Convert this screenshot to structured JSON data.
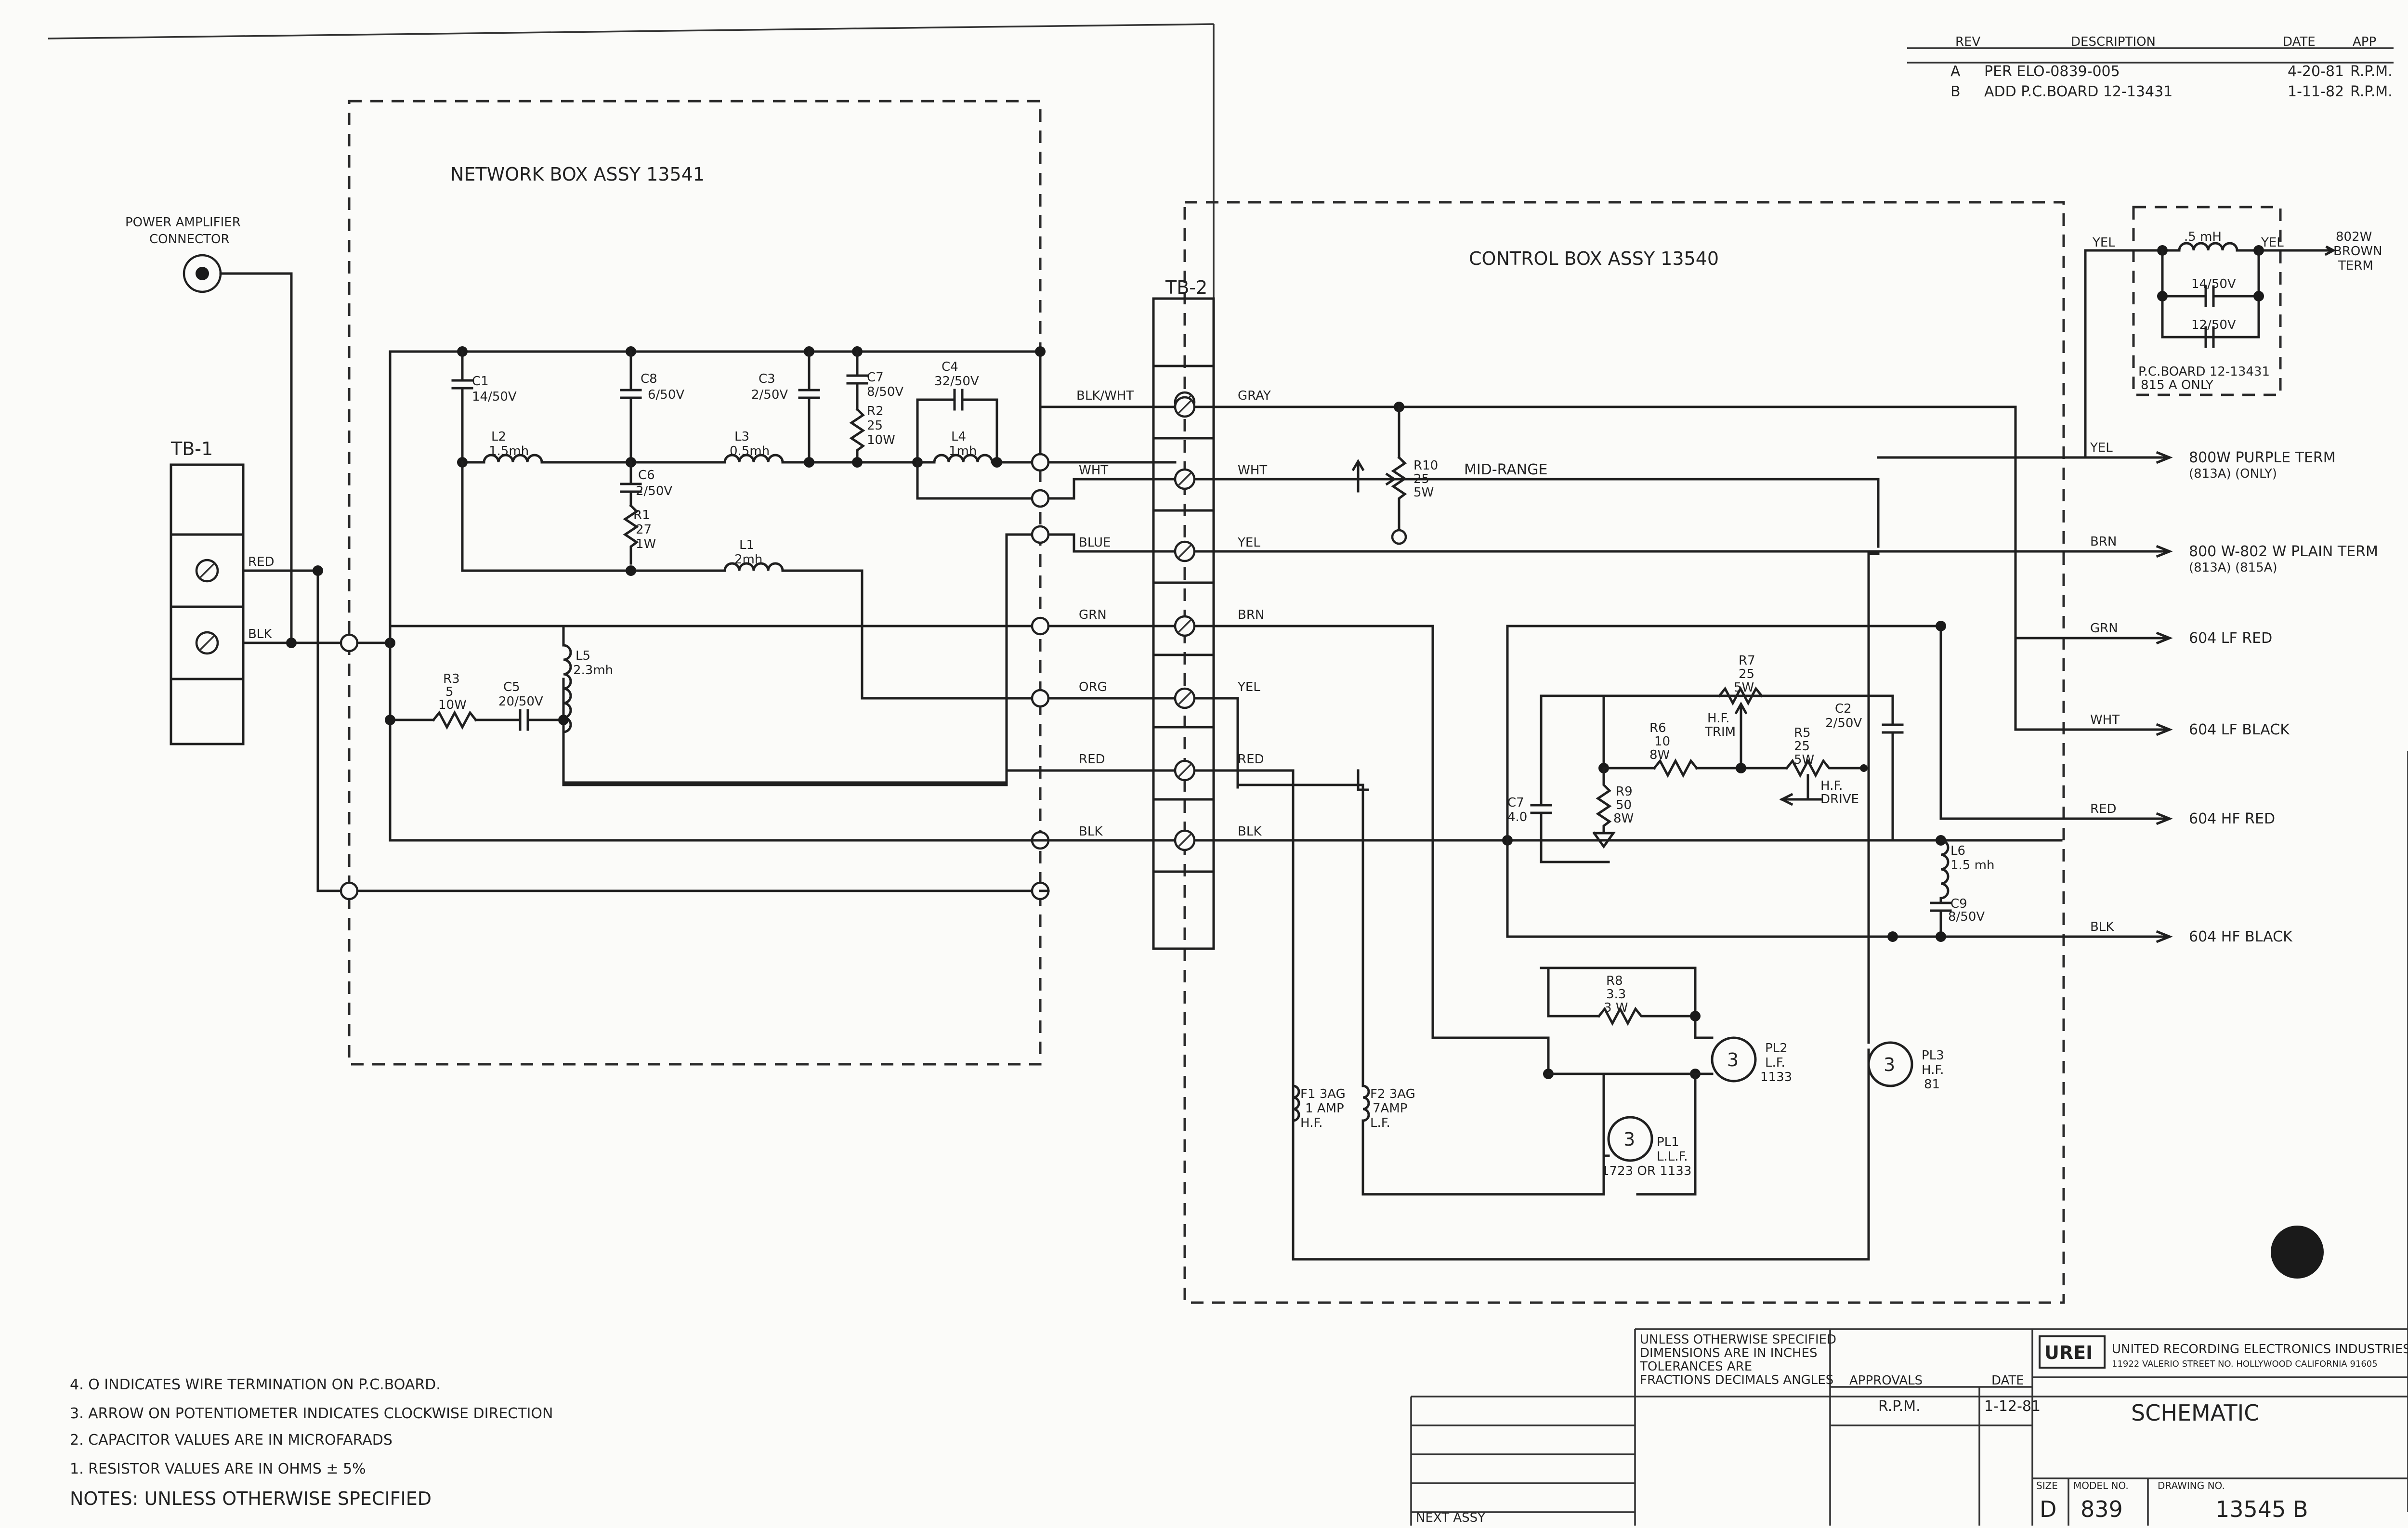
{
  "revisions": {
    "header": [
      "REV",
      "DESCRIPTION",
      "DATE",
      "APP"
    ],
    "rows": [
      {
        "rev": "A",
        "desc": "PER ELO-0839-005",
        "date": "4-20-81",
        "by": "R.P.M."
      },
      {
        "rev": "B",
        "desc": "ADD P.C.BOARD 12-13431",
        "date": "1-11-82",
        "by": "R.P.M."
      }
    ]
  },
  "assemblies": {
    "network": "NETWORK BOX ASSY 13541",
    "control": "CONTROL BOX ASSY 13540"
  },
  "labels": {
    "power_amp": [
      "POWER AMPLIFIER",
      "CONNECTOR"
    ],
    "tb1": "TB-1",
    "tb2": "TB-2",
    "tb1_red": "RED",
    "tb1_blk": "BLK"
  },
  "network_parts": {
    "c1": [
      "C1",
      "14/50V"
    ],
    "c8": [
      "C8",
      "6/50V"
    ],
    "c3": [
      "C3",
      "2/50V"
    ],
    "c7": [
      "C7",
      "8/50V"
    ],
    "r2": [
      "R2",
      "25",
      "10W"
    ],
    "c4": [
      "C4",
      "32/50V"
    ],
    "l2": [
      "L2",
      "1.5mh"
    ],
    "l3": [
      "L3",
      "0.5mh"
    ],
    "l4": [
      "L4",
      "1mh"
    ],
    "c6": [
      "C6",
      "2/50V"
    ],
    "r1": [
      "R1",
      "27",
      "1W"
    ],
    "l1": [
      "L1",
      "2mh"
    ],
    "l5": [
      "L5",
      "2.3mh"
    ],
    "r3": [
      "R3",
      "5",
      "10W"
    ],
    "c5": [
      "C5",
      "20/50V"
    ]
  },
  "wire_colors_left": [
    "BLK/WHT",
    "WHT",
    "BLUE",
    "GRN",
    "ORG",
    "RED",
    "BLK"
  ],
  "wire_colors_right": [
    "GRAY",
    "WHT",
    "YEL",
    "BRN",
    "YEL",
    "RED",
    "BLK"
  ],
  "control_parts": {
    "r10": [
      "R10",
      "25",
      "5W"
    ],
    "r10_name": "MID-RANGE",
    "r7": [
      "R7",
      "25",
      "5W"
    ],
    "hf_trim": [
      "H.F.",
      "TRIM"
    ],
    "r6": [
      "R6",
      "10",
      "8W"
    ],
    "r5": [
      "R5",
      "25",
      "5W"
    ],
    "hf_drive": [
      "H.F.",
      "DRIVE"
    ],
    "c2": [
      "C2",
      "2/50V"
    ],
    "c7": [
      "C7",
      "4.0"
    ],
    "r9": [
      "R9",
      "50",
      "8W"
    ],
    "l6": [
      "L6",
      "1.5 mh"
    ],
    "c9": [
      "C9",
      "8/50V"
    ],
    "r8": [
      "R8",
      "3.3",
      "3 W"
    ],
    "f1": [
      "F1 3AG",
      "1 AMP",
      "H.F."
    ],
    "f2": [
      "F2 3AG",
      "7AMP",
      "L.F."
    ],
    "pl1": [
      "PL1",
      "L.L.F.",
      "1723 OR 1133"
    ],
    "pl2": [
      "PL2",
      "L.F.",
      "1133"
    ],
    "pl3": [
      "PL3",
      "H.F.",
      "81"
    ]
  },
  "pcboard": {
    "l": ".5 mH",
    "c1": "14/50V",
    "c2": "12/50V",
    "yel_in": "YEL",
    "yel_out": "YEL",
    "term": [
      "802W",
      "BROWN",
      "TERM"
    ],
    "name": [
      "P.C.BOARD 12-13431",
      "815 A ONLY"
    ]
  },
  "outputs": [
    {
      "wire": "YEL",
      "dest": "800W  PURPLE TERM",
      "sub": "(813A) (ONLY)"
    },
    {
      "wire": "BRN",
      "dest": "800 W-802 W PLAIN TERM",
      "sub": "(813A)   (815A)"
    },
    {
      "wire": "GRN",
      "dest": "604    LF  RED",
      "sub": ""
    },
    {
      "wire": "WHT",
      "dest": "604    LF  BLACK",
      "sub": ""
    },
    {
      "wire": "RED",
      "dest": "604    HF  RED",
      "sub": ""
    },
    {
      "wire": "BLK",
      "dest": "604    HF  BLACK",
      "sub": ""
    }
  ],
  "notes": {
    "title": "NOTES: UNLESS OTHERWISE SPECIFIED",
    "items": [
      "4. O  INDICATES   WIRE  TERMINATION  ON  P.C.BOARD.",
      "3.  ARROW ON POTENTIOMETER  INDICATES CLOCKWISE DIRECTION",
      "2.  CAPACITOR VALUES ARE IN MICROFARADS",
      "1.  RESISTOR VALUES  ARE  IN  OHMS ± 5%"
    ]
  },
  "title_block": {
    "company": "UNITED RECORDING ELECTRONICS INDUSTRIES",
    "address": "11922 VALERIO STREET  NO. HOLLYWOOD CALIFORNIA 91605",
    "logo": "UREI",
    "title": "SCHEMATIC",
    "size": "D",
    "model": "839",
    "drawing_no": "13545 B",
    "approvals": "APPROVALS",
    "date_hdr": "DATE",
    "drawn_by": "R.P.M.",
    "drawn_date": "1-12-81",
    "tolerances": [
      "UNLESS OTHERWISE SPECIFIED",
      "DIMENSIONS ARE IN INCHES",
      "TOLERANCES ARE",
      "FRACTIONS  DECIMALS  ANGLES"
    ],
    "size_hdr": "SIZE",
    "model_hdr": "MODEL NO.",
    "dwg_hdr": "DRAWING NO.",
    "next_assy": "NEXT ASSY"
  }
}
